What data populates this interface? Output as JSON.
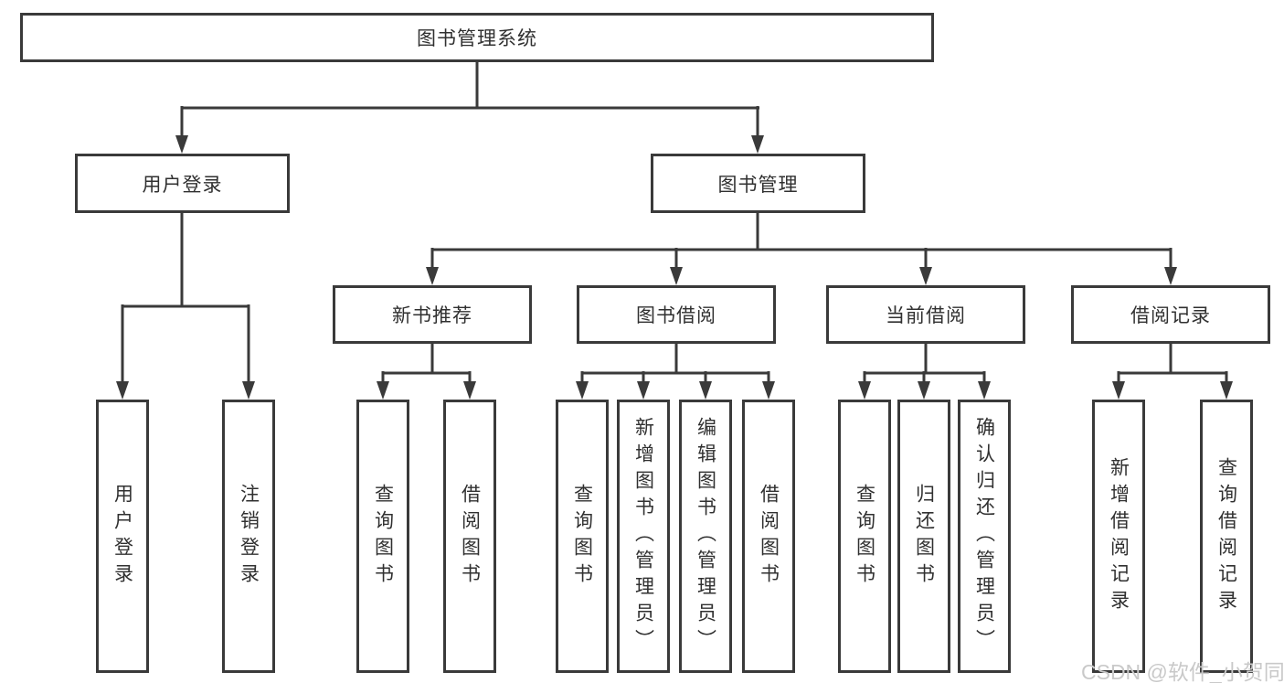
{
  "diagram": {
    "type": "hierarchy-chart",
    "root": {
      "label": "图书管理系统"
    },
    "level2": [
      {
        "id": "user-login",
        "label": "用户登录",
        "parent": "图书管理系统"
      },
      {
        "id": "book-management",
        "label": "图书管理",
        "parent": "图书管理系统"
      }
    ],
    "level3": [
      {
        "id": "new-book-recommendation",
        "label": "新书推荐",
        "parent": "图书管理"
      },
      {
        "id": "book-borrowing",
        "label": "图书借阅",
        "parent": "图书管理"
      },
      {
        "id": "current-borrowing",
        "label": "当前借阅",
        "parent": "图书管理"
      },
      {
        "id": "borrowing-records",
        "label": "借阅记录",
        "parent": "图书管理"
      }
    ],
    "leaves": [
      {
        "label": "用户登录",
        "parent": "用户登录"
      },
      {
        "label": "注销登录",
        "parent": "用户登录"
      },
      {
        "label": "查询图书",
        "parent": "新书推荐"
      },
      {
        "label": "借阅图书",
        "parent": "新书推荐"
      },
      {
        "label": "查询图书",
        "parent": "图书借阅"
      },
      {
        "label": "新增图书（管理员）",
        "parent": "图书借阅"
      },
      {
        "label": "编辑图书（管理员）",
        "parent": "图书借阅"
      },
      {
        "label": "借阅图书",
        "parent": "图书借阅"
      },
      {
        "label": "查询图书",
        "parent": "当前借阅"
      },
      {
        "label": "归还图书",
        "parent": "当前借阅"
      },
      {
        "label": "确认归还（管理员）",
        "parent": "当前借阅"
      },
      {
        "label": "新增借阅记录",
        "parent": "借阅记录"
      },
      {
        "label": "查询借阅记录",
        "parent": "借阅记录"
      }
    ]
  },
  "watermark": {
    "text": "CSDN @软件_小贺同学",
    "color": "#c9c9c9"
  },
  "colors": {
    "line": "#3a3a3a",
    "text": "#303030",
    "background": "#ffffff"
  }
}
